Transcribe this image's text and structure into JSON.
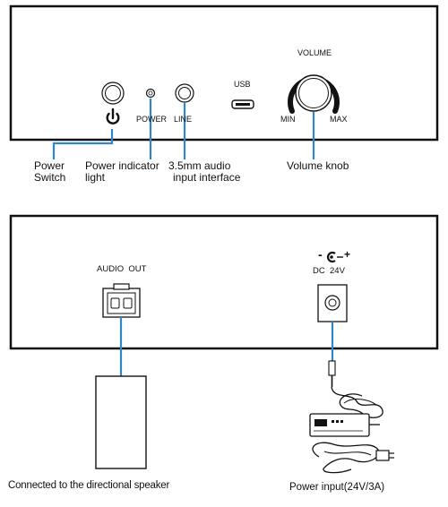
{
  "front_panel": {
    "labels": {
      "power": "POWER",
      "line": "LINE",
      "usb": "USB",
      "volume": "VOLUME",
      "min": "MIN",
      "max": "MAX"
    },
    "callouts": {
      "power_switch_line1": "Power",
      "power_switch_line2": "Switch",
      "power_indicator_line1": "Power indicator",
      "power_indicator_line2": "light",
      "audio_input_line1": "3.5mm audio",
      "audio_input_line2": "input interface",
      "volume_knob": "Volume knob"
    }
  },
  "rear_panel": {
    "labels": {
      "audio_out": "AUDIO  OUT",
      "polarity_minus": "-",
      "polarity_plus": "+",
      "dc_rating": "DC  24V"
    },
    "captions": {
      "speaker": "Connected to the directional speaker",
      "power_input": "Power input(24V/3A)"
    }
  },
  "colors": {
    "panel_fill": "#ffffff",
    "outline": "#111111",
    "callout_line": "#2f86c8"
  }
}
